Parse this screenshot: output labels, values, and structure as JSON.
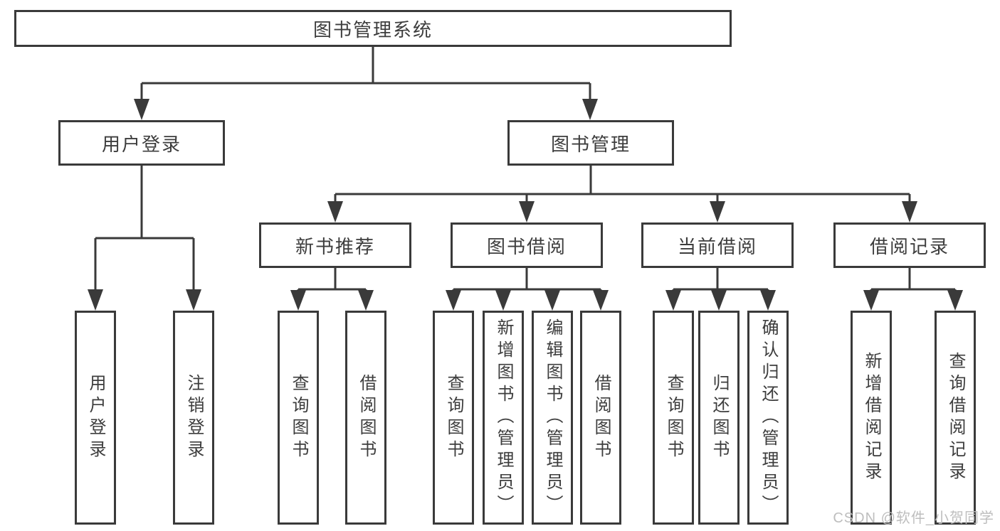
{
  "colors": {
    "line": "#3a3a3a",
    "text": "#3d3d3d",
    "watermark": "#bebebe",
    "background": "#ffffff"
  },
  "tree": {
    "root": {
      "label": "图书管理系统"
    },
    "branches": [
      {
        "label": "用户登录",
        "children": [
          {
            "label": "用户登录"
          },
          {
            "label": "注销登录"
          }
        ]
      },
      {
        "label": "图书管理",
        "children": [
          {
            "label": "新书推荐",
            "children": [
              {
                "label": "查询图书"
              },
              {
                "label": "借阅图书"
              }
            ]
          },
          {
            "label": "图书借阅",
            "children": [
              {
                "label": "查询图书"
              },
              {
                "label": "新增图书（管理员）"
              },
              {
                "label": "编辑图书（管理员）"
              },
              {
                "label": "借阅图书"
              }
            ]
          },
          {
            "label": "当前借阅",
            "children": [
              {
                "label": "查询图书"
              },
              {
                "label": "归还图书"
              },
              {
                "label": "确认归还（管理员）"
              }
            ]
          },
          {
            "label": "借阅记录",
            "children": [
              {
                "label": "新增借阅记录"
              },
              {
                "label": "查询借阅记录"
              }
            ]
          }
        ]
      }
    ]
  },
  "watermark": {
    "text": "CSDN @软件_小贺同学"
  }
}
